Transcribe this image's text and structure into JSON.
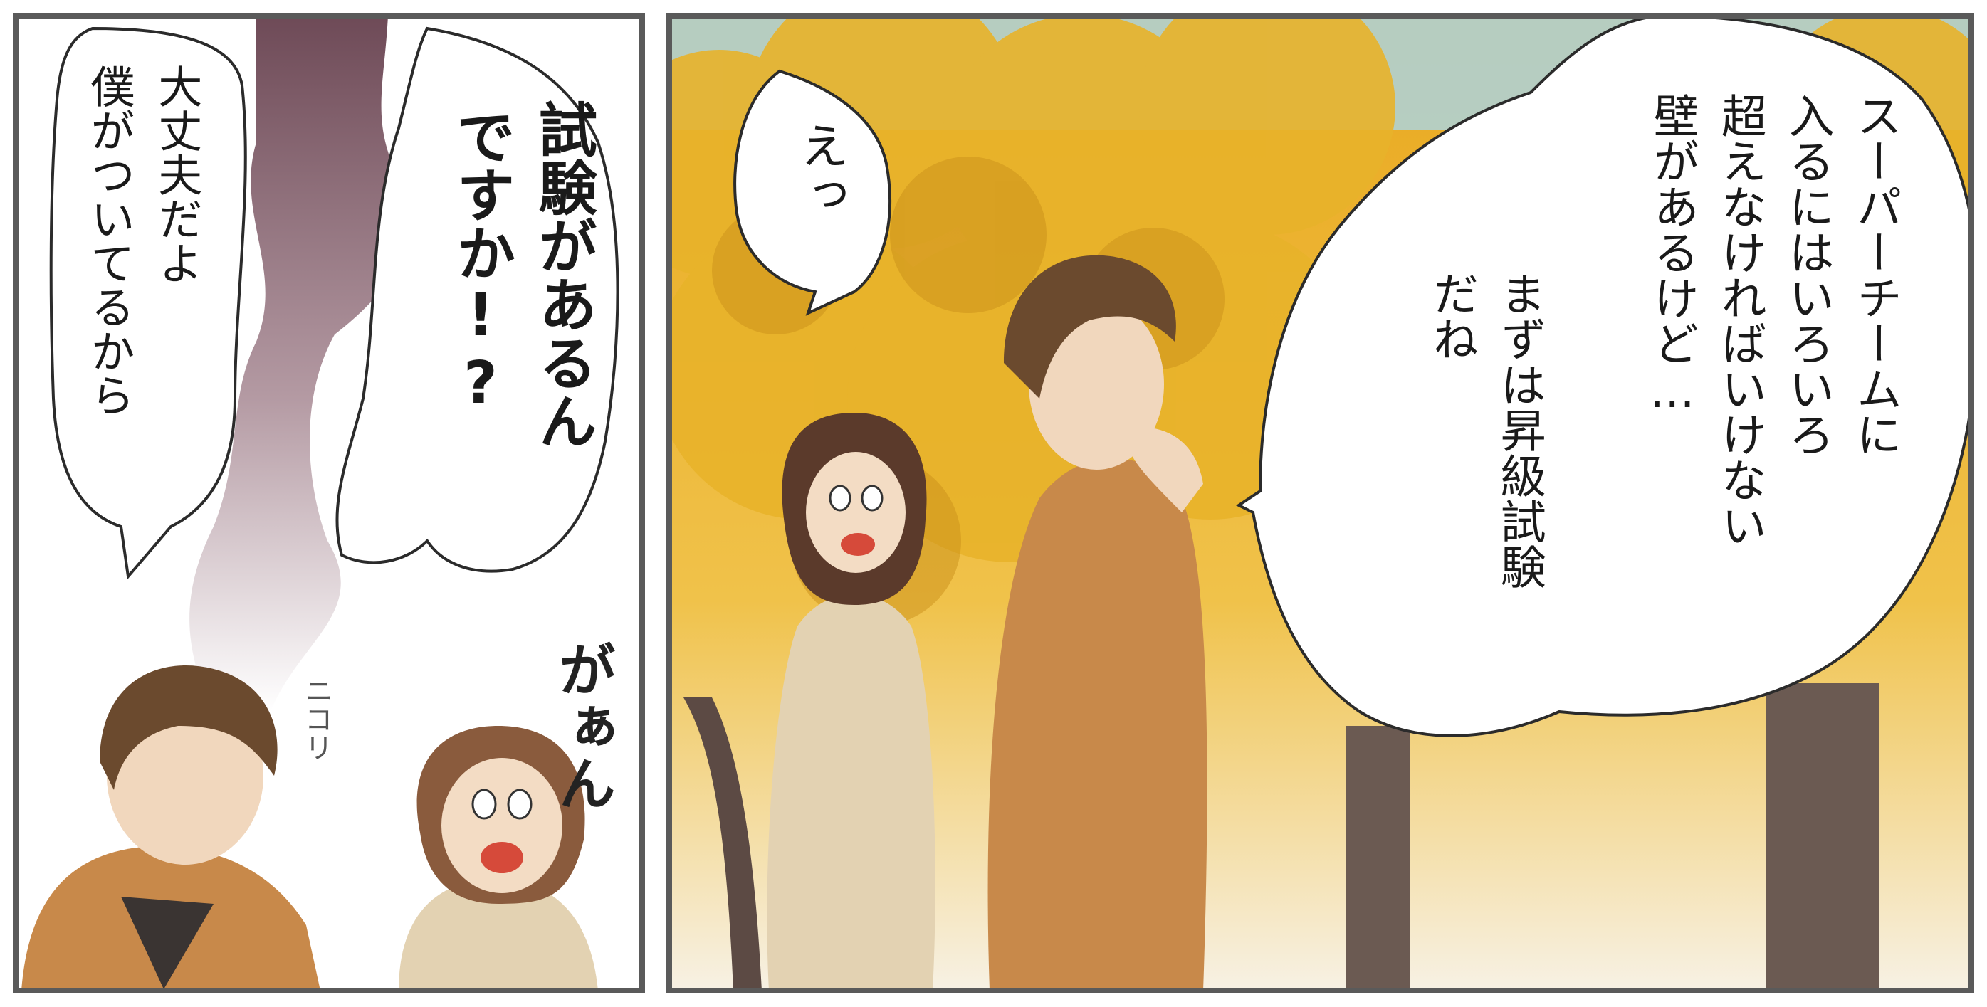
{
  "panels": [
    {
      "id": "left",
      "bubbles": [
        {
          "lines": [
            "試験があるん",
            "ですか!?"
          ],
          "emphasis": "bold"
        },
        {
          "lines": [
            "大丈夫だよ",
            "僕がついてるから"
          ]
        }
      ],
      "sfx": [
        "ニコリ",
        "がぁん"
      ]
    },
    {
      "id": "right",
      "bubbles": [
        {
          "lines": [
            "えっ"
          ]
        },
        {
          "lines": [
            "スーパーチームに",
            "入るにはいろいろ",
            "超えなければいけない",
            "壁があるけど…",
            "",
            "まずは昇級試験",
            "だね"
          ]
        }
      ]
    }
  ],
  "colors": {
    "frame": "#5a5a5a",
    "ginkgo": "#e8b32a",
    "ginkgo_dark": "#c9901a",
    "sky": "#a9d6e8",
    "shadow_mauve": "#6e4a57",
    "coat_camel": "#c8894a",
    "coat_beige": "#e3d2b2",
    "trunk": "#6b5a52"
  }
}
